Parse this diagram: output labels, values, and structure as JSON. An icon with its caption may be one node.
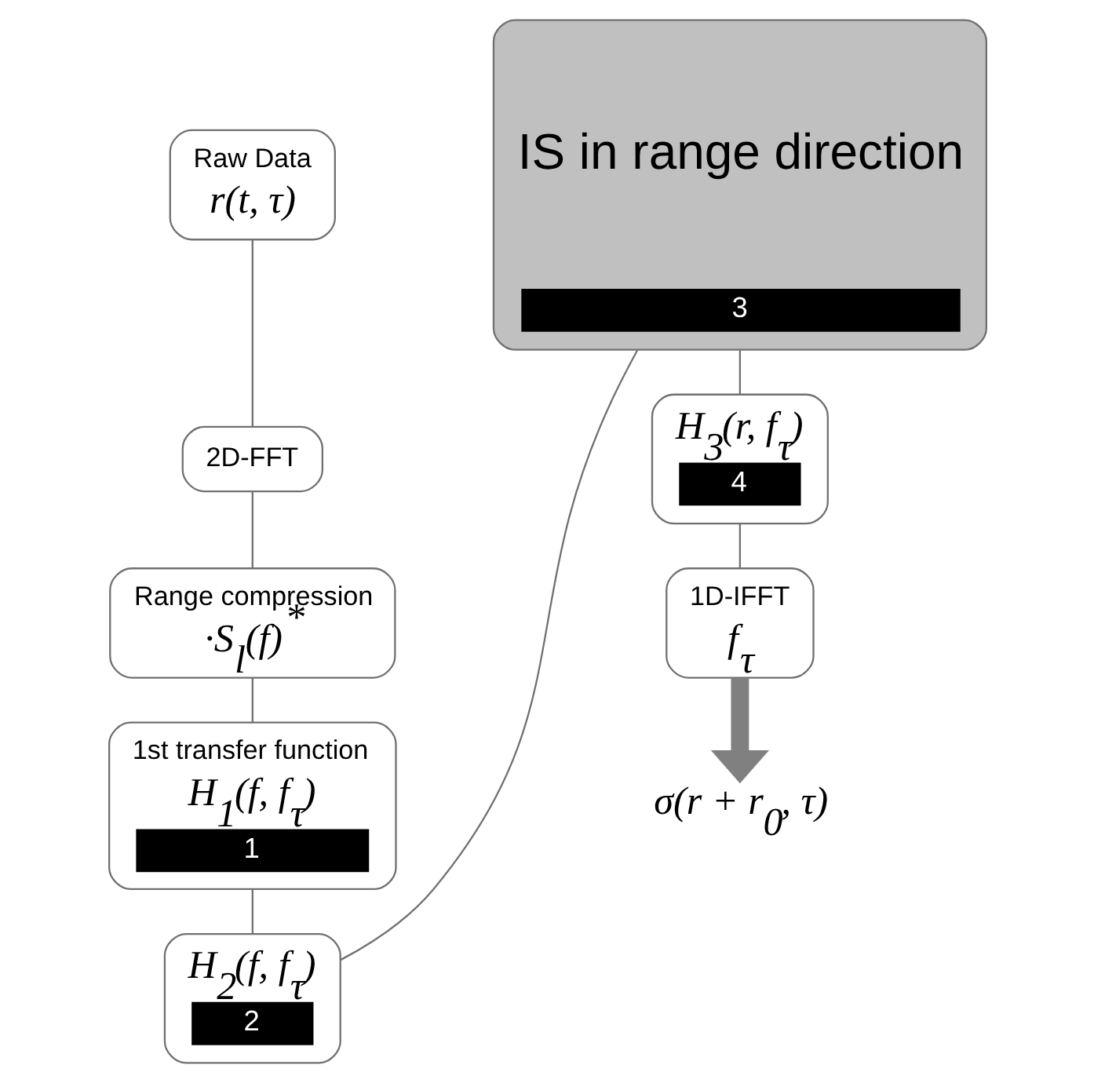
{
  "diagram": {
    "nodes": [
      {
        "text": [
          "Raw Data",
          "r(t, τ)"
        ]
      },
      {
        "text": [
          "2D-FFT"
        ]
      },
      {
        "text": [
          "Range compression",
          "·S$_{l}$(f)$^{*}$"
        ]
      },
      {
        "text": [
          "1st transfer function",
          "H$_{1}$(f, f$_{τ}$)",
          "1"
        ]
      },
      {
        "text": [
          "H$_{2}$(f, f$_{τ}$)",
          "2"
        ]
      },
      {
        "text": [
          "IS in range direction",
          "3"
        ]
      },
      {
        "text": [
          "H$_{3}$(r, f$_{τ}$)",
          "4"
        ]
      },
      {
        "text": [
          "1D-IFFT",
          "f$_{τ}$"
        ]
      },
      {
        "text": [
          "σ(r + r$_{0}$, τ)"
        ]
      }
    ],
    "edges": [
      {
        "from": 0,
        "to": 1,
        "arrow": "none"
      },
      {
        "from": 1,
        "to": 2,
        "arrow": "none"
      },
      {
        "from": 2,
        "to": 3,
        "arrow": "none"
      },
      {
        "from": 3,
        "to": 4,
        "arrow": "none"
      },
      {
        "from": 4,
        "to": 5,
        "arrow": "none"
      },
      {
        "from": 5,
        "to": 6,
        "arrow": "none"
      },
      {
        "from": 6,
        "to": 7,
        "arrow": "none"
      },
      {
        "from": 7,
        "to": 8,
        "arrow": "to",
        "style": "thick",
        "color": "#808080"
      }
    ]
  }
}
